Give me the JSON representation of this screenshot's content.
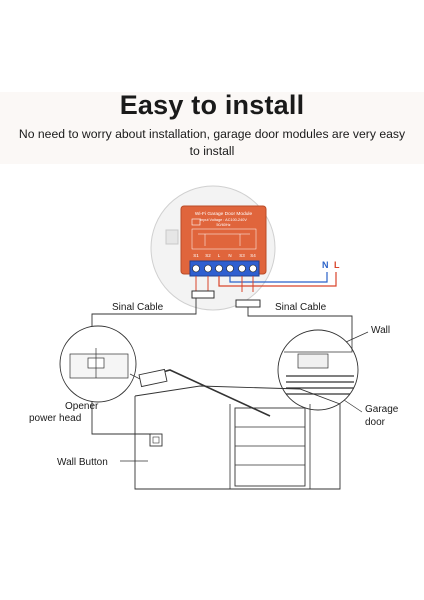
{
  "header": {
    "title": "Easy to install",
    "subtitle": "No need to worry about installation, garage door modules are very easy to install"
  },
  "module": {
    "name": "Wi-Fi Garage Door Module",
    "voltage": "Input Voltage : AC100-240V",
    "freq": "50/60Hz",
    "terminals": [
      "S1",
      "S2",
      "L",
      "N",
      "S3",
      "S4"
    ]
  },
  "wires": {
    "neutral": "N",
    "live": "L"
  },
  "labels": {
    "signal_cable_left": "Sinal Cable",
    "signal_cable_right": "Sinal Cable",
    "wall": "Wall",
    "opener_line1": "Opener",
    "opener_line2": "power head",
    "garage_line1": "Garage",
    "garage_line2": "door",
    "wall_button": "Wall Button"
  },
  "colors": {
    "module_orange": "#e0653c",
    "neutral_wire": "#2a62c9",
    "live_wire": "#d9442b",
    "line": "#333333"
  }
}
